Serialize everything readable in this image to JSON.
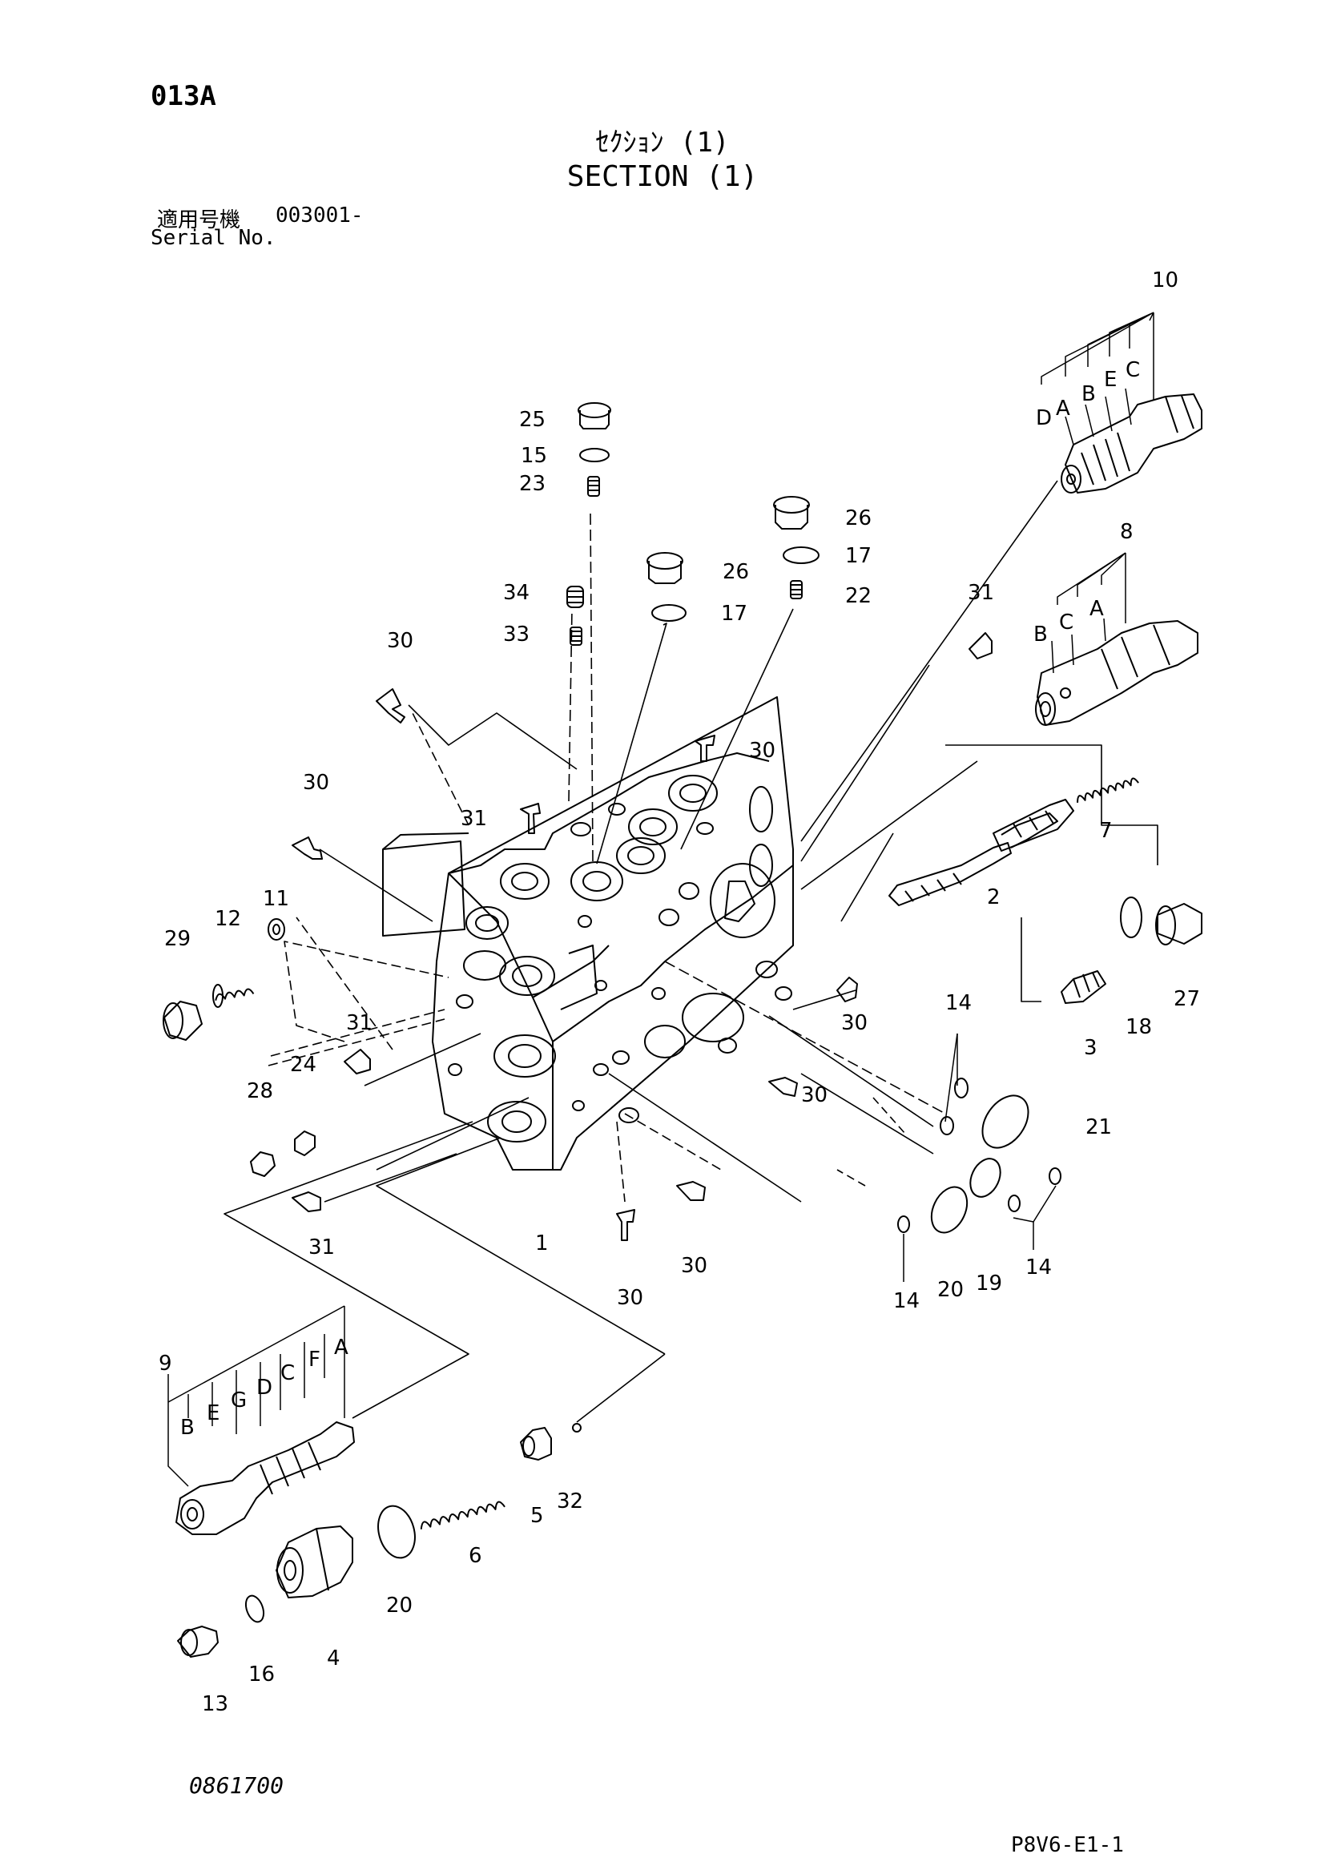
{
  "header": {
    "page_code": "013A",
    "title_jp": "ｾｸｼｮﾝ (1)",
    "title_en": "SECTION (1)",
    "serial_label_jp": "適用号機",
    "serial_range": "003001-",
    "serial_label_en": "Serial No."
  },
  "footer": {
    "drawing_number": "0861700",
    "figure_code": "P8V6-E1-1"
  },
  "callouts": {
    "c1": "1",
    "c2": "2",
    "c3": "3",
    "c4": "4",
    "c5": "5",
    "c6": "6",
    "c7": "7",
    "c8": "8",
    "c9": "9",
    "c10": "10",
    "c11": "11",
    "c12": "12",
    "c13": "13",
    "c14": "14",
    "c15": "15",
    "c16": "16",
    "c17": "17",
    "c18": "18",
    "c19": "19",
    "c20": "20",
    "c21": "21",
    "c22": "22",
    "c23": "23",
    "c24": "24",
    "c25": "25",
    "c26": "26",
    "c27": "27",
    "c28": "28",
    "c29": "29",
    "c30": "30",
    "c31": "31",
    "c32": "32",
    "c33": "33",
    "c34": "34"
  },
  "sublabels": {
    "A": "A",
    "B": "B",
    "C": "C",
    "D": "D",
    "E": "E",
    "F": "F",
    "G": "G"
  }
}
